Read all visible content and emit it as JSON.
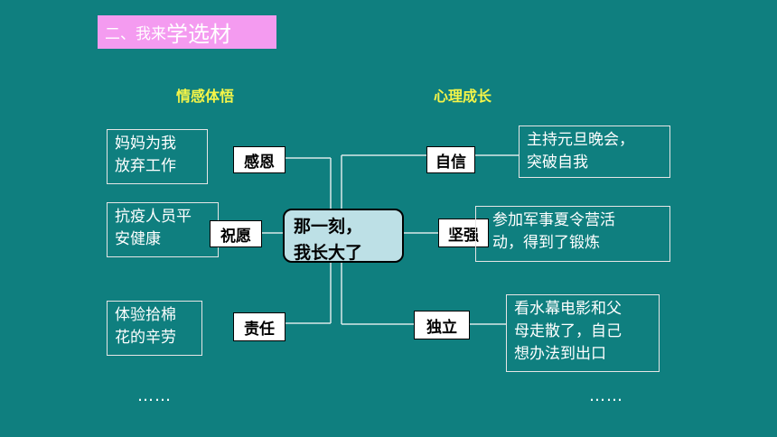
{
  "title": {
    "part1": "二、我来",
    "part2": "学选材"
  },
  "headings": {
    "left": "情感体悟",
    "right": "心理成长"
  },
  "center": {
    "line1": "那一刻，",
    "line2": "我长大了"
  },
  "left_items": [
    {
      "tag": "感恩",
      "text_line1": "妈妈为我",
      "text_line2": "放弃工作"
    },
    {
      "tag": "祝愿",
      "text_line1": "抗疫人员平",
      "text_line2": "安健康"
    },
    {
      "tag": "责任",
      "text_line1": "体验拾棉",
      "text_line2": "花的辛劳"
    }
  ],
  "right_items": [
    {
      "tag": "自信",
      "text_line1": "主持元旦晚会，",
      "text_line2": "突破自我"
    },
    {
      "tag": "坚强",
      "text_line1": "参加军事夏令营活",
      "text_line2": "动，得到了锻炼"
    },
    {
      "tag": "独立",
      "text_line1": "看水幕电影和父",
      "text_line2": "母走散了，自己",
      "text_line3": "想办法到出口"
    }
  ],
  "ellipsis": {
    "left": "……",
    "right": "……"
  }
}
